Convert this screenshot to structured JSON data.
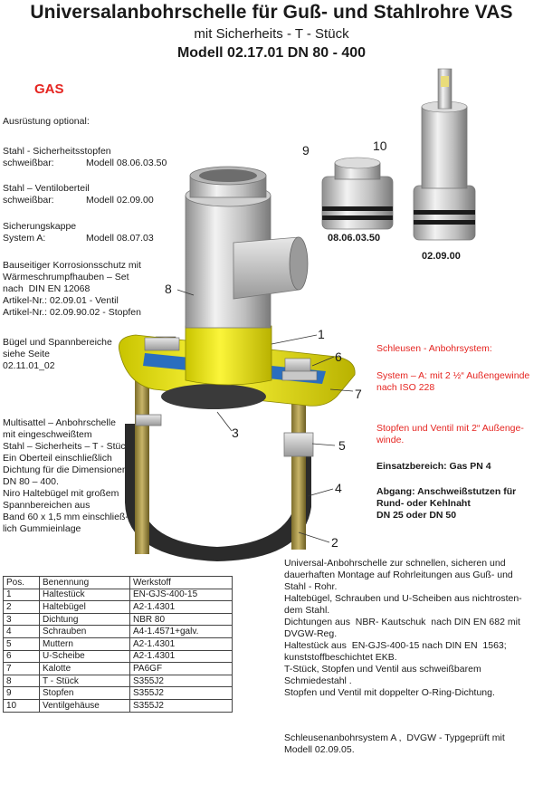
{
  "header": {
    "title": "Universalanbohrschelle für Guß- und Stahlrohre VAS",
    "subtitle": "mit Sicherheits - T - Stück",
    "model": "Modell 02.17.01   DN 80 - 400",
    "medium": "GAS"
  },
  "left_text": {
    "ausruestung": "Ausrüstung optional:",
    "items": [
      {
        "line1": "Stahl - Sicherheitsstopfen",
        "label2": "schweißbar:",
        "value2": "Modell 08.06.03.50"
      },
      {
        "line1": "Stahl – Ventiloberteil",
        "label2": "schweißbar:",
        "value2": "Modell 02.09.00"
      },
      {
        "line1": "Sicherungskappe",
        "label2": "System A:",
        "value2": "Modell 08.07.03"
      }
    ],
    "korrosion": [
      "Bauseitiger Korrosionsschutz mit",
      "Wärmeschrumpfhauben – Set",
      "nach  DIN EN 12068",
      "Artikel-Nr.: 02.09.01 - Ventil",
      "Artikel-Nr.: 02.09.90.02 - Stopfen"
    ],
    "buegel": [
      "Bügel und Spannbereiche",
      "siehe Seite",
      "02.11.01_02"
    ],
    "multisattel": [
      "Multisattel – Anbohrschelle",
      "mit eingeschweißtem",
      "Stahl – Sicherheits – T - Stück .",
      "Ein Oberteil einschließlich",
      "Dichtung für die Dimensionen",
      "DN 80 – 400.",
      "Niro Haltebügel mit großem",
      "Spannbereichen aus",
      "Band 60 x 1,5 mm einschließ-",
      "lich Gummieinlage"
    ]
  },
  "right_text": {
    "schleusen": "Schleusen - Anbohrsystem:",
    "system_a": [
      "System – A: mit 2 ½“ Außengewinde",
      "nach ISO 228"
    ],
    "stopfen": [
      "Stopfen und Ventil mit 2“ Außenge-",
      "winde."
    ],
    "einsatz": "Einsatzbereich:  Gas  PN 4",
    "abgang": [
      "Abgang: Anschweißstutzen für",
      "Rund- oder Kehlnaht",
      "DN 25 oder DN 50"
    ]
  },
  "figure": {
    "labels": {
      "n1": "1",
      "n2": "2",
      "n3": "3",
      "n4": "4",
      "n5": "5",
      "n6": "6",
      "n7": "7",
      "n8": "8",
      "n9": "9",
      "n10": "10"
    },
    "caption_9": "08.06.03.50",
    "caption_10": "02.09.00"
  },
  "parts_table": {
    "headers": [
      "Pos.",
      "Benennung",
      "Werkstoff"
    ],
    "rows": [
      [
        "1",
        "Haltestück",
        "EN-GJS-400-15"
      ],
      [
        "2",
        "Haltebügel",
        "A2-1.4301"
      ],
      [
        "3",
        "Dichtung",
        "NBR 80"
      ],
      [
        "4",
        "Schrauben",
        "A4-1.4571+galv."
      ],
      [
        "5",
        "Muttern",
        "A2-1.4301"
      ],
      [
        "6",
        "U-Scheibe",
        "A2-1.4301"
      ],
      [
        "7",
        "Kalotte",
        "PA6GF"
      ],
      [
        "8",
        "T - Stück",
        "S355J2"
      ],
      [
        "9",
        "Stopfen",
        "S355J2"
      ],
      [
        "10",
        "Ventilgehäuse",
        "S355J2"
      ]
    ]
  },
  "description": {
    "lines": [
      "Universal-Anbohrschelle zur schnellen, sicheren und",
      "dauerhaften Montage auf Rohrleitungen aus Guß- und",
      "Stahl - Rohr.",
      "Haltebügel, Schrauben und U-Scheiben aus nichtrosten-",
      "dem Stahl.",
      "Dichtungen aus  NBR- Kautschuk  nach DIN EN 682 mit",
      "DVGW-Reg.",
      "Haltestück aus  EN-GJS-400-15 nach DIN EN  1563;",
      "kunststoffbeschichtet EKB.",
      "T-Stück, Stopfen und Ventil aus schweißbarem",
      "Schmiedestahl .",
      "Stopfen und Ventil mit doppelter O-Ring-Dichtung."
    ],
    "footer": [
      "Schleusenanbohrsystem A ,  DVGW - Typgeprüft mit",
      "Modell 02.09.05."
    ]
  }
}
